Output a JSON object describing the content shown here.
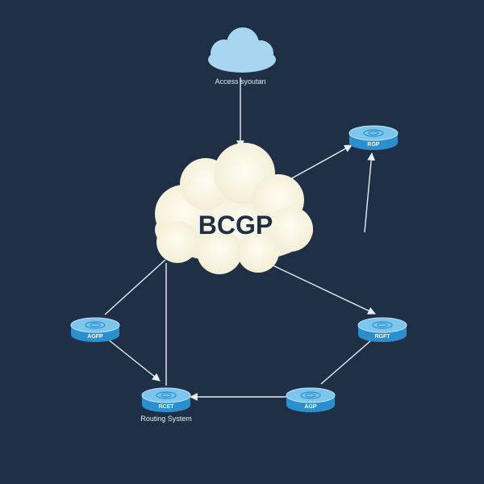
{
  "colors": {
    "background": "#1f2f45",
    "cloud_main": "#fbf7e4",
    "cloud_top": "#a8d6f0",
    "router_top": "#7cc6ee",
    "router_side": "#2a8fcf",
    "router_rim": "#bfe4f8",
    "link": "#e8eef4",
    "text_light": "#e6ecf2",
    "text_dark": "#1f2f45"
  },
  "top_cloud": {
    "icon": "cloud-icon",
    "caption": "Access syoutan"
  },
  "main_cloud": {
    "icon": "cloud-icon",
    "label": "BCGP"
  },
  "routers": {
    "rgp": {
      "icon": "router-icon",
      "label": "RGP"
    },
    "agfp": {
      "icon": "router-icon",
      "label": "AGFP"
    },
    "rgft": {
      "icon": "router-icon",
      "label": "RGFT"
    },
    "rcet": {
      "icon": "router-icon",
      "label": "RCET",
      "caption": "Routing System"
    },
    "agp": {
      "icon": "router-icon",
      "label": "AGP"
    }
  }
}
